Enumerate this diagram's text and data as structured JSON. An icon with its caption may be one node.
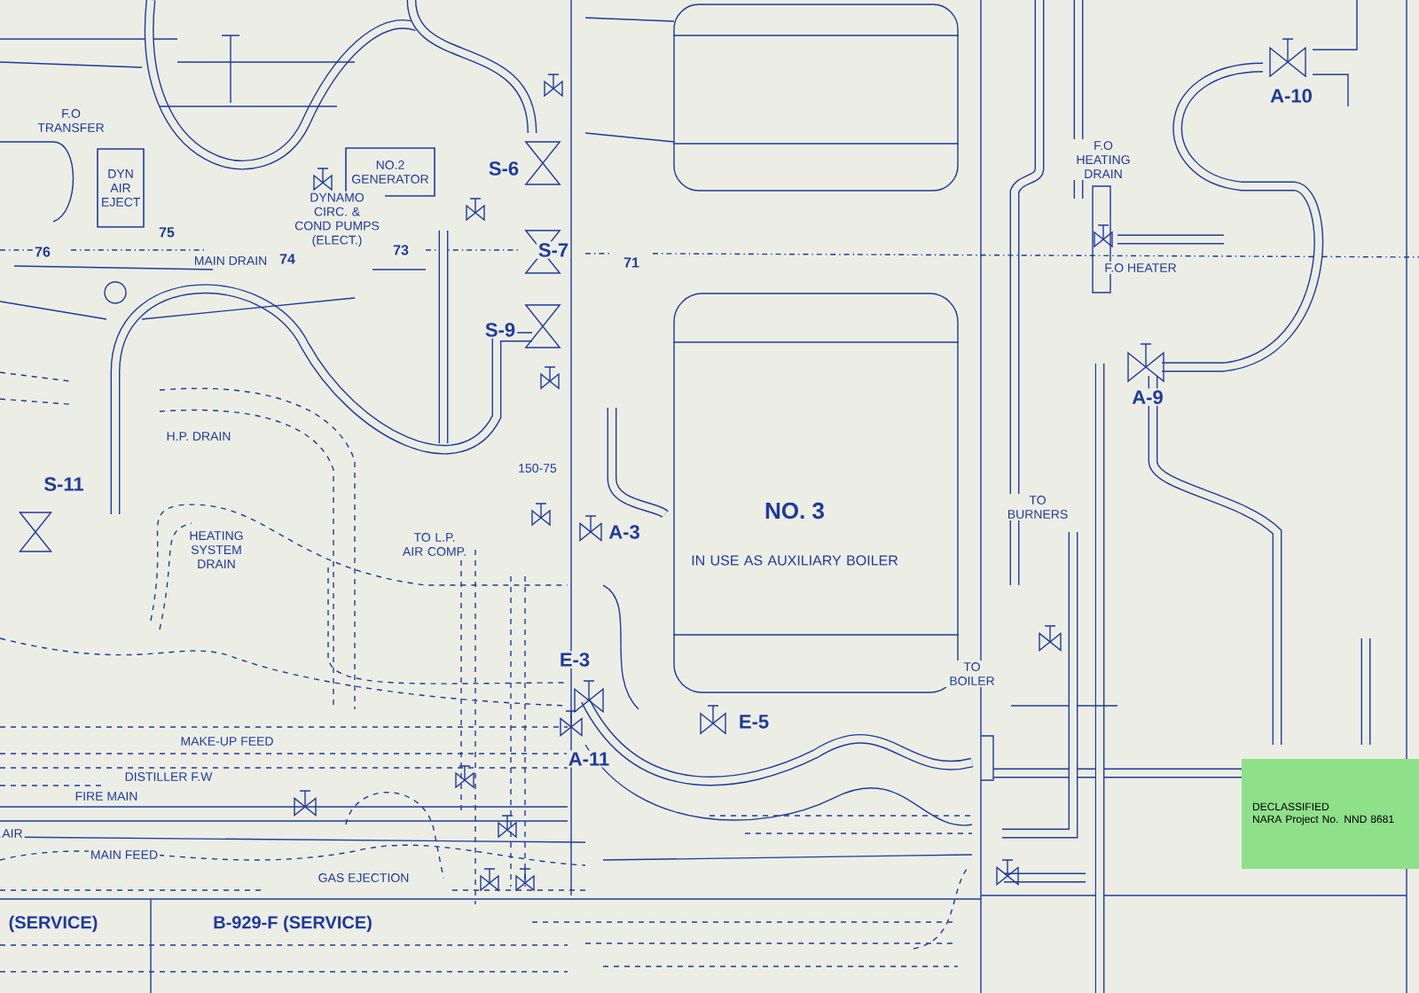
{
  "diagram": {
    "nodes": [
      {
        "text": [
          "DYN AIR EJECT"
        ]
      },
      {
        "text": [
          "NO.2 GENERATOR"
        ]
      },
      {
        "text": [],
        "shape": "cylinder"
      },
      {
        "text": [
          "NO. 3",
          "IN USE AS AUXILIARY BOILER"
        ]
      },
      {
        "text": [
          "DECLASSIFIED",
          "NARA Project No. NND 8681"
        ]
      }
    ],
    "labels": [
      "A-10",
      "F.O TRANSFER",
      "S-6",
      "F.O HEATING DRAIN",
      "DYNAMO CIRC. & COND PUMPS (ELECT.)",
      "75",
      "76",
      "74",
      "MAIN DRAIN",
      "73",
      "S-7",
      "71",
      "F.O HEATER",
      "S-9",
      "A-9",
      "H.P. DRAIN",
      "150-75",
      "S-11",
      "TO BURNERS",
      "A-3",
      "TO L.P. AIR COMP.",
      "HEATING SYSTEM DRAIN",
      "E-3",
      "TO BOILER",
      "E-5",
      "MAKE-UP FEED",
      "A-11",
      "DISTILLER F.W",
      "FIRE MAIN",
      "AIR",
      "MAIN FEED",
      "GAS EJECTION",
      "(SERVICE)",
      "B-929-F (SERVICE)"
    ]
  }
}
